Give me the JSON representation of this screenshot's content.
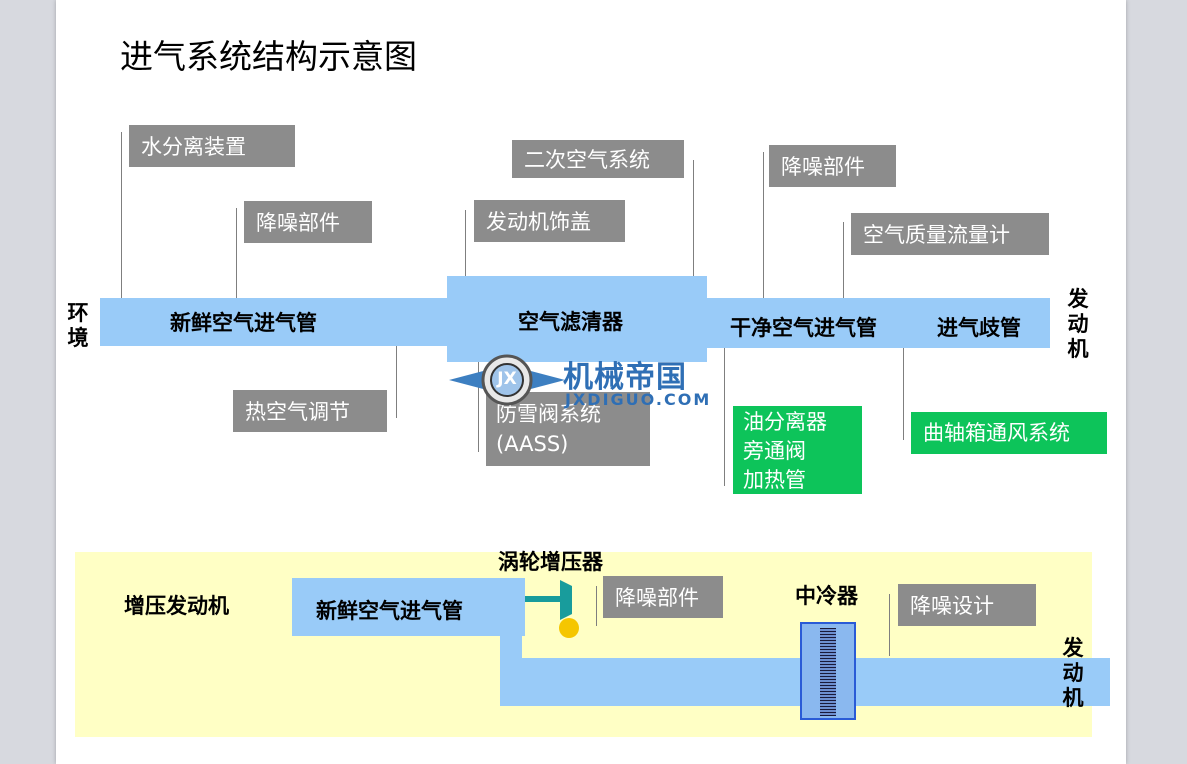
{
  "diagram": {
    "title": "进气系统结构示意图",
    "top": {
      "left_end": "环境",
      "right_end": "发动机",
      "pipes": {
        "fresh_air": "新鲜空气进气管",
        "air_filter": "空气滤清器",
        "clean_air": "干净空气进气管",
        "manifold": "进气歧管"
      },
      "callouts": {
        "water_separator": "水分离装置",
        "noise_reduction_1": "降噪部件",
        "secondary_air": "二次空气系统",
        "engine_cover": "发动机饰盖",
        "noise_reduction_2": "降噪部件",
        "mass_air_flow": "空气质量流量计",
        "hot_air_control": "热空气调节",
        "anti_snow_valve": [
          "防雪阀系统",
          "(AASS)"
        ],
        "oil_separator": [
          "油分离器",
          "旁通阀",
          "加热管"
        ],
        "crankcase_vent": "曲轴箱通风系统"
      }
    },
    "bottom": {
      "label": "增压发动机",
      "fresh_air": "新鲜空气进气管",
      "turbo": "涡轮增压器",
      "noise_reduction": "降噪部件",
      "intercooler": "中冷器",
      "noise_design": "降噪设计",
      "right_end": "发动机"
    }
  },
  "watermark": {
    "logo_text": "机械帝国",
    "url": "JXDIGUO.COM",
    "badge": "JX"
  },
  "colors": {
    "pipe": "#99cbf8",
    "gray_box": "#8c8c8c",
    "green_box": "#0dc45a",
    "panel": "#ffffc5",
    "turbo_teal": "#189c9c",
    "turbo_yellow": "#f5c600",
    "intercooler_border": "#2a5bd6"
  }
}
